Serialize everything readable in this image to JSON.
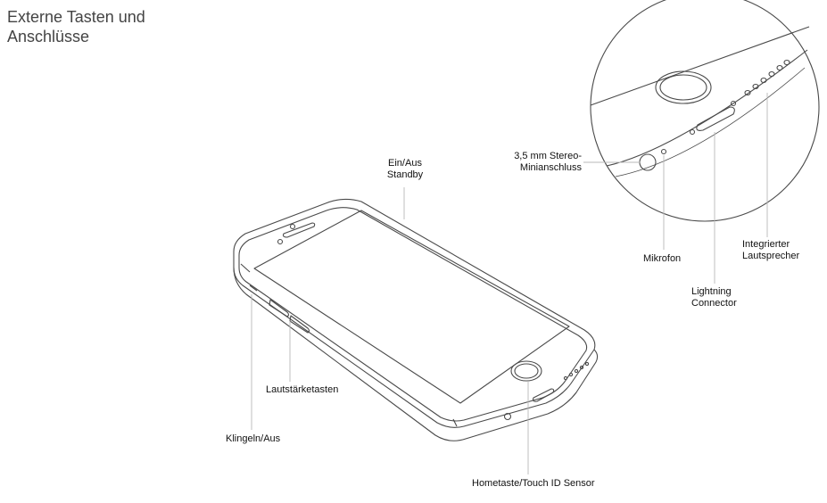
{
  "title": "Externe Tasten und Anschlüsse",
  "labels": {
    "power_line1": "Ein/Aus",
    "power_line2": "Standby",
    "headphone_line1": "3,5 mm Stereo-",
    "headphone_line2": "Minianschluss",
    "microphone": "Mikrofon",
    "speaker_line1": "Integrierter",
    "speaker_line2": "Lautsprecher",
    "lightning_line1": "Lightning",
    "lightning_line2": "Connector",
    "volume": "Lautstärketasten",
    "ringer": "Klingeln/Aus",
    "home": "Hometaste/Touch ID Sensor"
  },
  "colors": {
    "outline": "#4a4a4a",
    "leader": "#b8b8b8",
    "text": "#111111"
  }
}
